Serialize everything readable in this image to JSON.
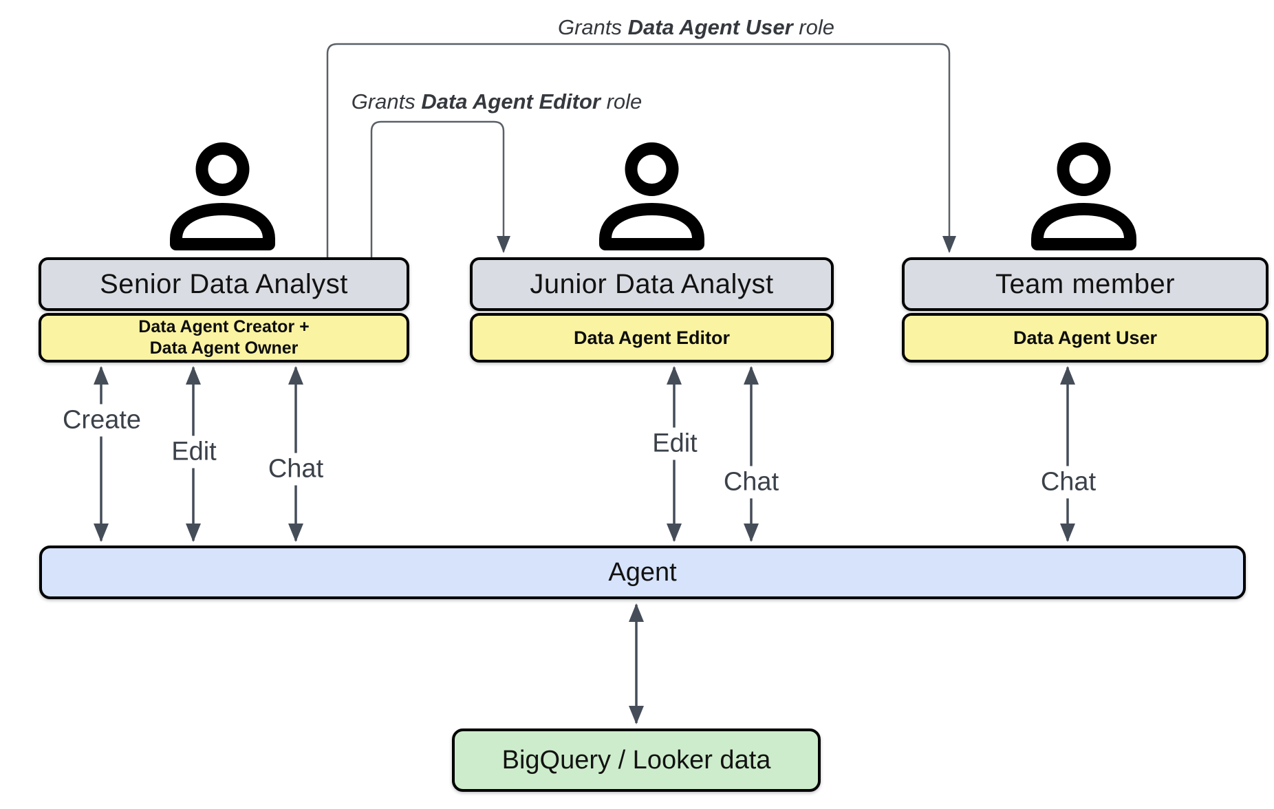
{
  "annotations": {
    "grant_user": {
      "prefix": "Grants ",
      "bold": "Data Agent User",
      "suffix": " role"
    },
    "grant_editor": {
      "prefix": "Grants ",
      "bold": "Data Agent Editor",
      "suffix": " role"
    }
  },
  "actors": [
    {
      "name": "Senior Data Analyst",
      "roles": [
        "Data Agent Creator +",
        "Data Agent Owner"
      ],
      "actions": [
        "Create",
        "Edit",
        "Chat"
      ]
    },
    {
      "name": "Junior Data Analyst",
      "roles": [
        "Data Agent Editor"
      ],
      "actions": [
        "Edit",
        "Chat"
      ]
    },
    {
      "name": "Team member",
      "roles": [
        "Data Agent User"
      ],
      "actions": [
        "Chat"
      ]
    }
  ],
  "agent": {
    "label": "Agent"
  },
  "datasource": {
    "label": "BigQuery / Looker data"
  },
  "icons": [
    "person-icon",
    "person-icon",
    "person-icon"
  ],
  "colors": {
    "actor_name_box": "#d9dce2",
    "actor_role_box": "#faf3a2",
    "agent_bar": "#d6e3fb",
    "datasource_box": "#cdeccb",
    "arrow": "#454d59",
    "grant_connector": "#5a6067",
    "annotation_text": "#35383d",
    "border": "#000000"
  }
}
